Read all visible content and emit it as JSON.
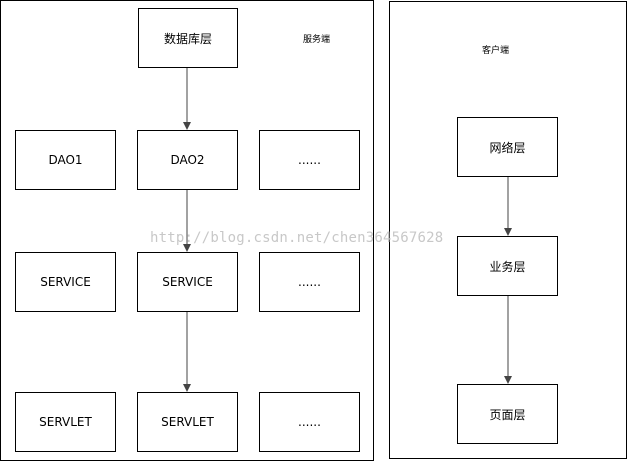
{
  "server": {
    "label": "服务端",
    "db": "数据库层",
    "rows": [
      [
        "DAO1",
        "DAO2",
        "......"
      ],
      [
        "SERVICE",
        "SERVICE",
        "......"
      ],
      [
        "SERVLET",
        "SERVLET",
        "......"
      ]
    ]
  },
  "client": {
    "label": "客户端",
    "network": "网络层",
    "business": "业务层",
    "page": "页面层"
  },
  "watermark": "http://blog.csdn.net/chen364567628"
}
